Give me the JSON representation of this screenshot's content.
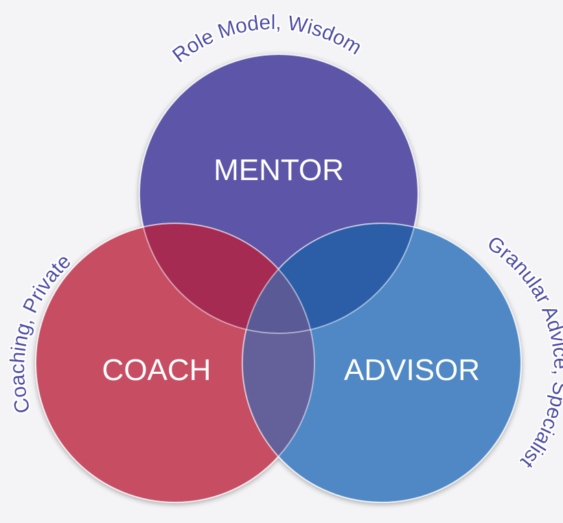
{
  "diagram": {
    "circles": [
      {
        "id": "mentor",
        "label": "MENTOR",
        "caption": "Role Model, Wisdom",
        "color": "#5b55a8"
      },
      {
        "id": "coach",
        "label": "COACH",
        "caption": "Coaching, Private",
        "color": "#c74d63"
      },
      {
        "id": "advisor",
        "label": "ADVISOR",
        "caption": "Granular Advice, Specialist",
        "color": "#4f88c4"
      }
    ],
    "overlap_colors": {
      "mentor_coach": "#a52b52",
      "mentor_advisor": "#2c5ea8",
      "coach_advisor": "#64609a",
      "center": "#5a5b96"
    },
    "caption_color": "#4a4aa6",
    "background": "#f4f4f6"
  }
}
